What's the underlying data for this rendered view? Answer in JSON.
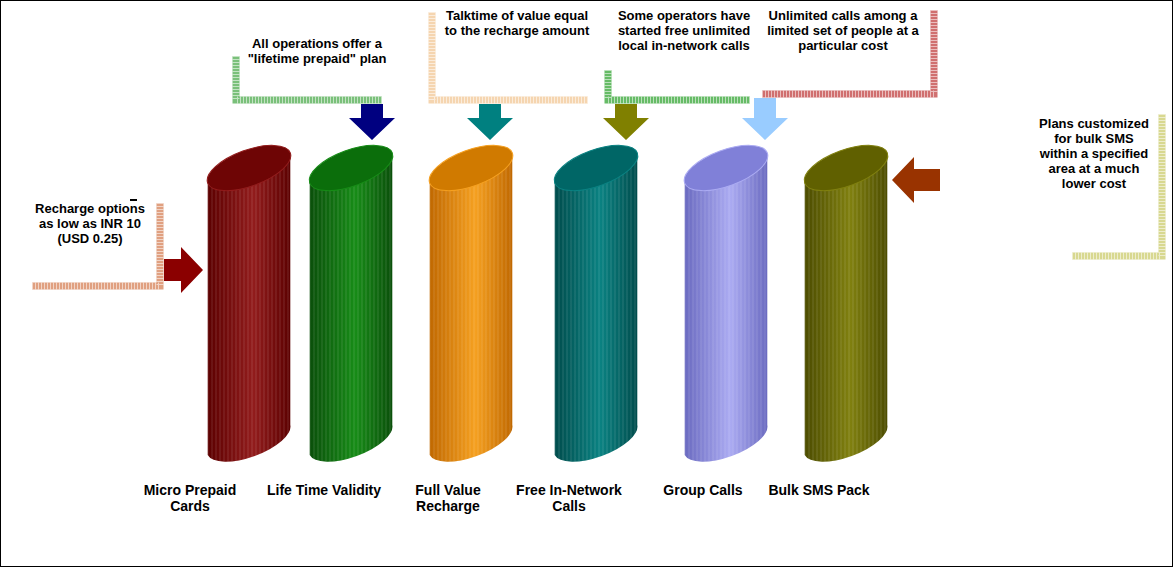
{
  "diagram": {
    "nodes": [
      {
        "text": [
          "Micro Prepaid Cards"
        ]
      },
      {
        "text": [
          "Life Time Validity"
        ]
      },
      {
        "text": [
          "Full Value Recharge"
        ]
      },
      {
        "text": [
          "Free In-Network Calls"
        ]
      },
      {
        "text": [
          "Group Calls"
        ]
      },
      {
        "text": [
          "Bulk SMS Pack"
        ]
      },
      {
        "text": [
          "Recharge options as low as INR 10 (USD 0.25)"
        ]
      },
      {
        "text": [
          "All operations offer a \"lifetime prepaid\" plan"
        ]
      },
      {
        "text": [
          "Talktime of value equal to the recharge amount"
        ]
      },
      {
        "text": [
          "Some operators have started free unlimited local in-network calls"
        ]
      },
      {
        "text": [
          "Unlimited calls among a limited set of people at a particular cost"
        ]
      },
      {
        "text": [
          "Plans customized for bulk SMS within a specified area at a much lower cost"
        ]
      }
    ],
    "edges": [
      {
        "from": 6,
        "to": 0,
        "arrow": "to"
      },
      {
        "from": 7,
        "to": 1,
        "arrow": "to"
      },
      {
        "from": 8,
        "to": 2,
        "arrow": "to"
      },
      {
        "from": 9,
        "to": 3,
        "arrow": "to"
      },
      {
        "from": 10,
        "to": 4,
        "arrow": "to"
      },
      {
        "from": 11,
        "to": 5,
        "arrow": "to"
      }
    ]
  }
}
